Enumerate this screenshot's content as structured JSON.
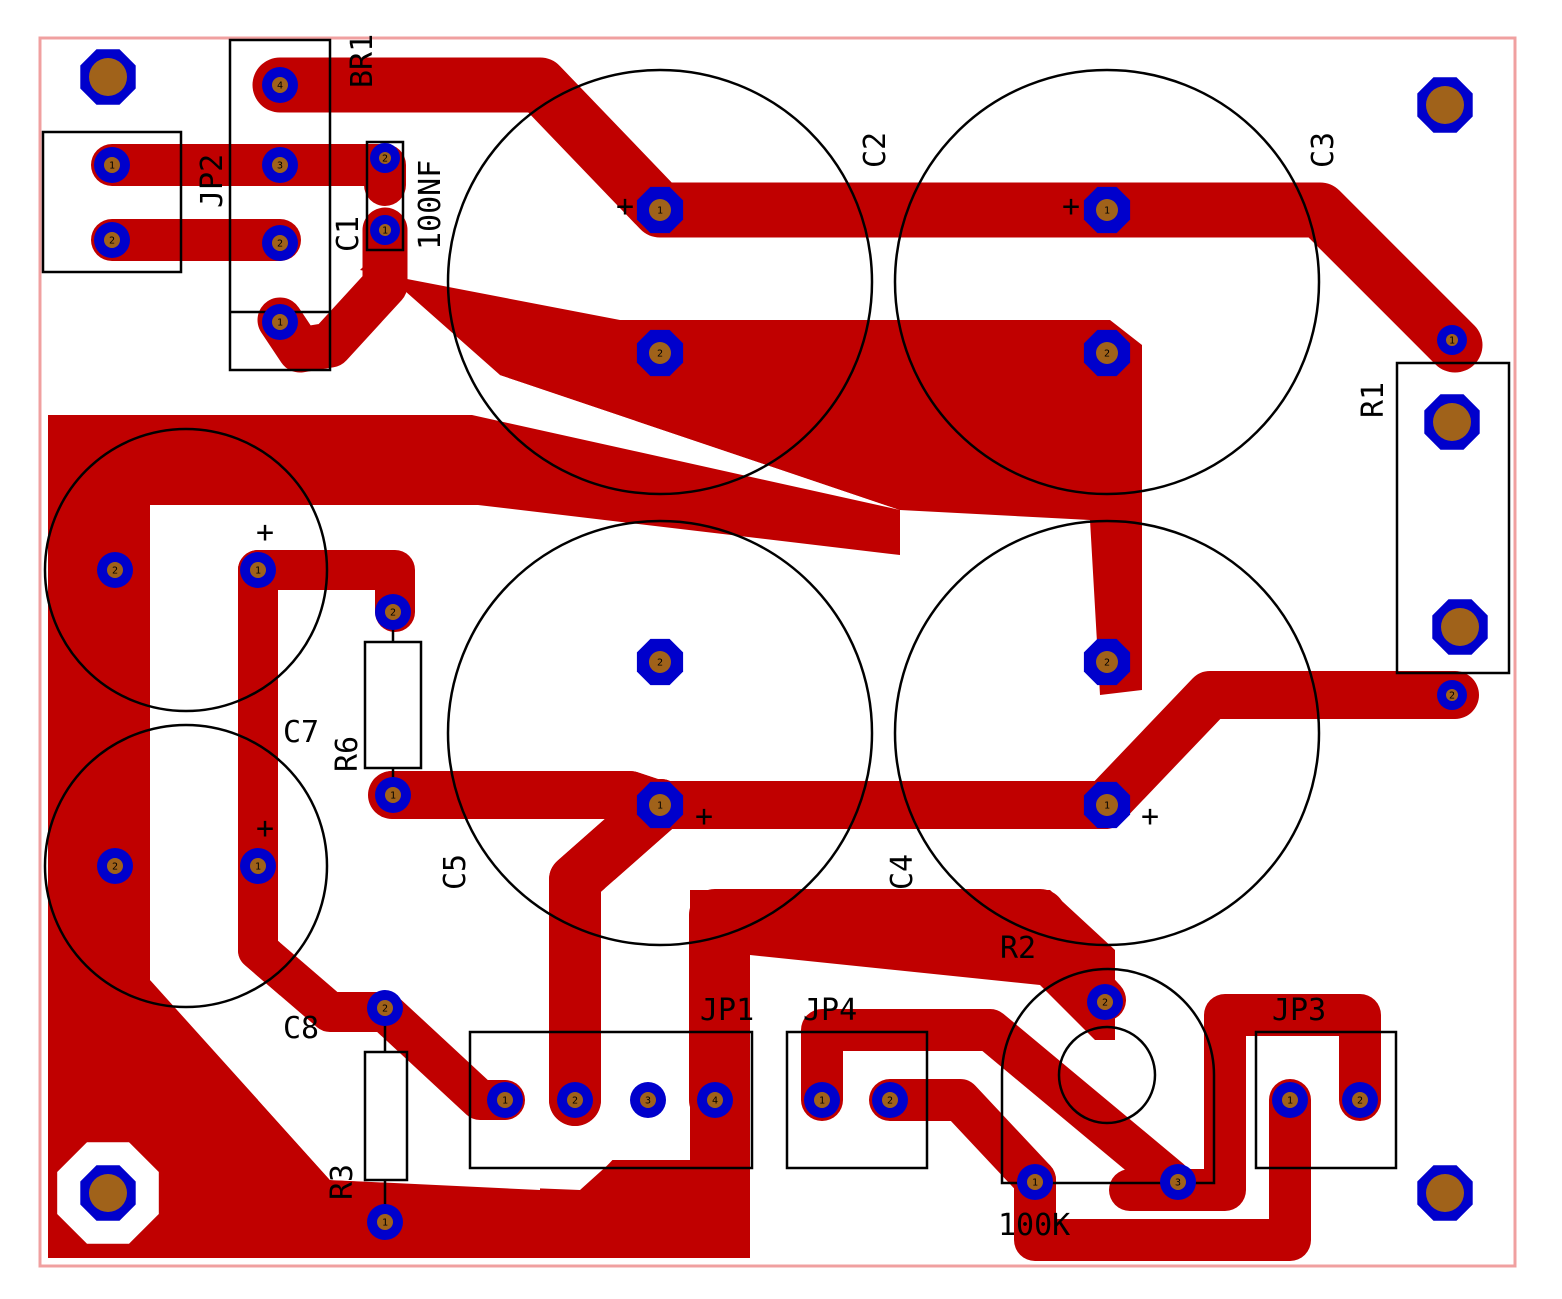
{
  "colors": {
    "copper": "#c00000",
    "pad_ring": "#0000cc",
    "pad_drill": "#a0621a",
    "outline": "#f0a0a0",
    "silk": "#000000",
    "background": "#ffffff"
  },
  "labels": {
    "br1": "BR1",
    "jp2": "JP2",
    "c1": "C1",
    "c1_value": "100NF",
    "c2": "C2",
    "c3": "C3",
    "r1": "R1",
    "c7": "C7",
    "r6": "R6",
    "c5": "C5",
    "c4": "C4",
    "r2": "R2",
    "r2_value": "100K",
    "c8": "C8",
    "r3": "R3",
    "jp1": "JP1",
    "jp4": "JP4",
    "jp3": "JP3",
    "plus": "+"
  },
  "pins": {
    "p1": "1",
    "p2": "2",
    "p3": "3",
    "p4": "4"
  }
}
